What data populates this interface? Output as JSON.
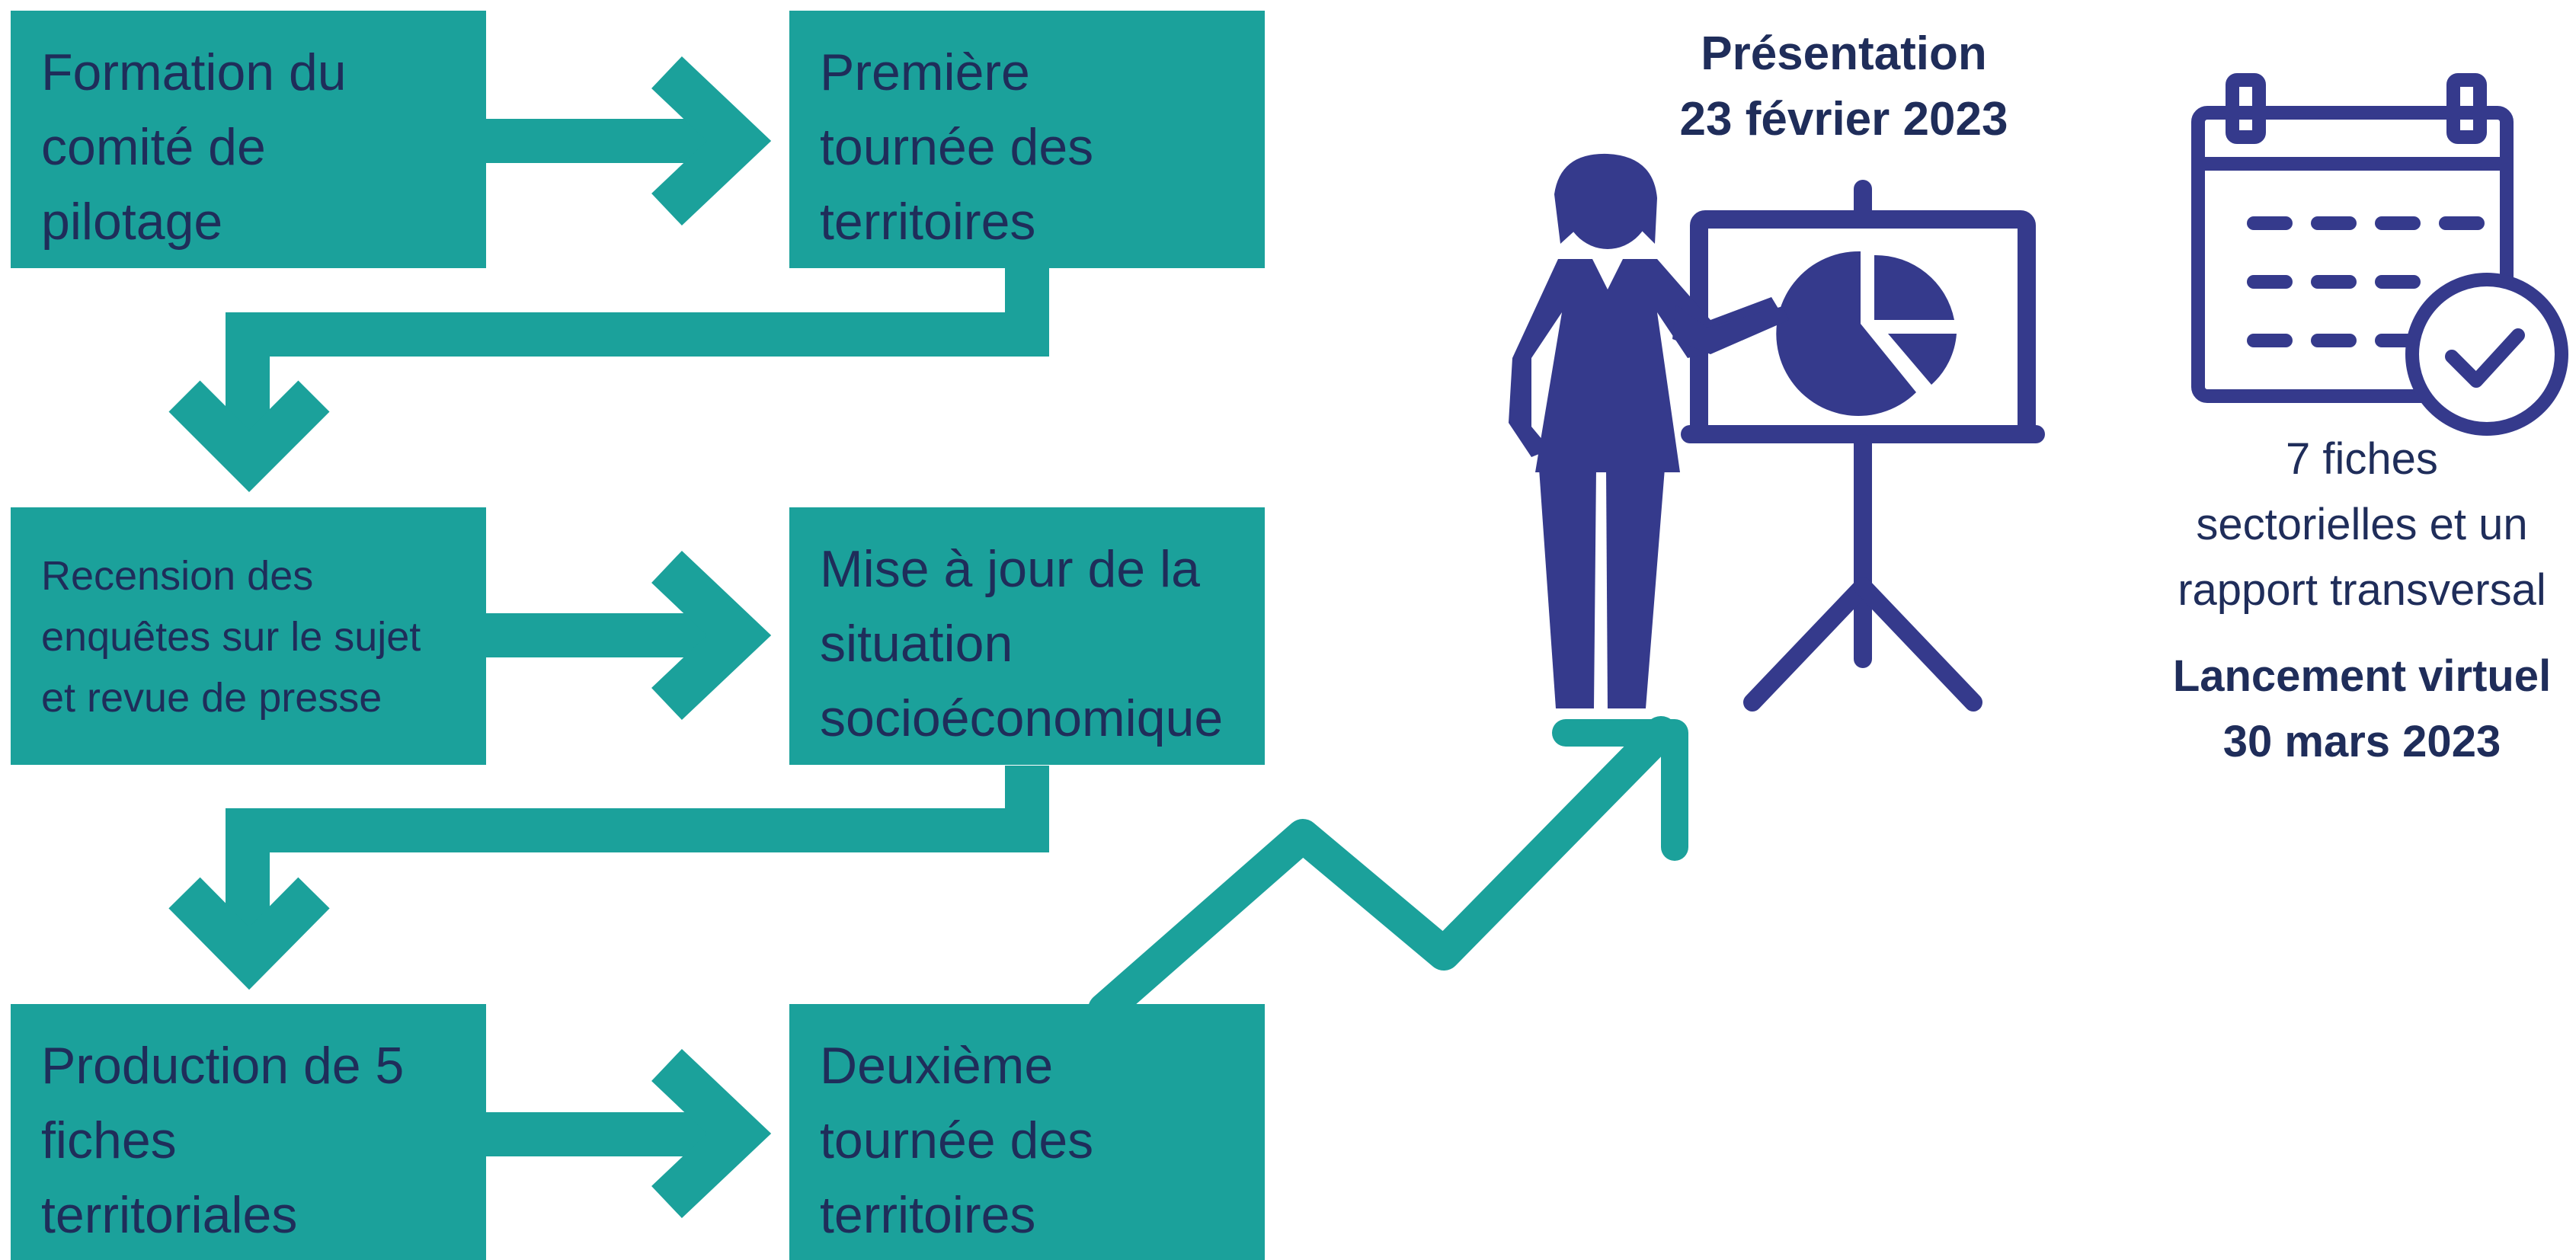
{
  "flow_steps": [
    {
      "id": "step1",
      "lines": [
        "Formation du",
        "comité de",
        "pilotage"
      ]
    },
    {
      "id": "step2",
      "lines": [
        "Première",
        "tournée des",
        "territoires"
      ]
    },
    {
      "id": "step3",
      "lines": [
        "Recension des",
        "enquêtes sur le sujet",
        "et revue de presse"
      ]
    },
    {
      "id": "step4",
      "lines": [
        "Mise à jour de la",
        "situation",
        "socioéconomique"
      ]
    },
    {
      "id": "step5",
      "lines": [
        "Production de 5",
        "fiches",
        "territoriales"
      ]
    },
    {
      "id": "step6",
      "lines": [
        "Deuxième",
        "tournée des",
        "territoires"
      ]
    }
  ],
  "presentation": {
    "title": "Présentation",
    "date": "23 février 2023",
    "icon": "presenter-with-pie-chart-icon"
  },
  "launch": {
    "icon": "calendar-check-icon",
    "description_lines": [
      "7 fiches",
      "sectorielles et un",
      "rapport transversal"
    ],
    "title": "Lancement virtuel",
    "date": "30 mars 2023"
  },
  "colors": {
    "teal": "#1ba19b",
    "navy": "#353a8c",
    "text": "#1f2d5a",
    "background": "#ffffff"
  }
}
